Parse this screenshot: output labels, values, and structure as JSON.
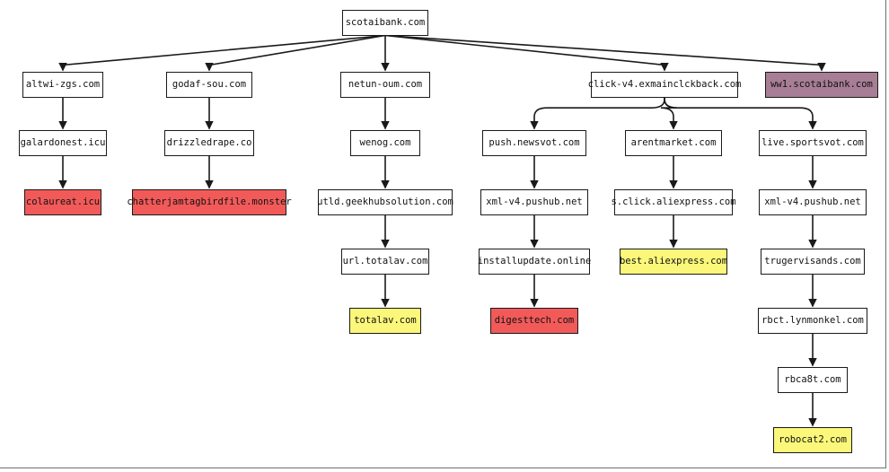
{
  "colors": {
    "default": "#ffffff",
    "red": "#f25a5a",
    "yellow": "#fbf77a",
    "purple": "#a77e95",
    "stroke": "#1a1a1a"
  },
  "nodes": [
    {
      "id": "root",
      "label": "scotaibank.com",
      "color": "default"
    },
    {
      "id": "altwi",
      "label": "altwi-zgs.com",
      "color": "default"
    },
    {
      "id": "godaf",
      "label": "godaf-sou.com",
      "color": "default"
    },
    {
      "id": "netun",
      "label": "netun-oum.com",
      "color": "default"
    },
    {
      "id": "click",
      "label": "click-v4.exmainclckback.com",
      "color": "default"
    },
    {
      "id": "ww1",
      "label": "ww1.scotaibank.com",
      "color": "purple"
    },
    {
      "id": "galar",
      "label": "galardonest.icu",
      "color": "default"
    },
    {
      "id": "drizz",
      "label": "drizzledrape.co",
      "color": "default"
    },
    {
      "id": "wenog",
      "label": "wenog.com",
      "color": "default"
    },
    {
      "id": "push",
      "label": "push.newsvot.com",
      "color": "default"
    },
    {
      "id": "arent",
      "label": "arentmarket.com",
      "color": "default"
    },
    {
      "id": "live",
      "label": "live.sportsvot.com",
      "color": "default"
    },
    {
      "id": "colau",
      "label": "colaureat.icu",
      "color": "red"
    },
    {
      "id": "chatt",
      "label": "chatterjamtagbirdfile.monster",
      "color": "red"
    },
    {
      "id": "utld",
      "label": "utld.geekhubsolution.com",
      "color": "default"
    },
    {
      "id": "xml1",
      "label": "xml-v4.pushub.net",
      "color": "default"
    },
    {
      "id": "sclick",
      "label": "s.click.aliexpress.com",
      "color": "default"
    },
    {
      "id": "xml2",
      "label": "xml-v4.pushub.net",
      "color": "default"
    },
    {
      "id": "urltot",
      "label": "url.totalav.com",
      "color": "default"
    },
    {
      "id": "install",
      "label": "installupdate.online",
      "color": "default"
    },
    {
      "id": "best",
      "label": "best.aliexpress.com",
      "color": "yellow"
    },
    {
      "id": "truger",
      "label": "trugervisands.com",
      "color": "default"
    },
    {
      "id": "totalav",
      "label": "totalav.com",
      "color": "yellow"
    },
    {
      "id": "digest",
      "label": "digesttech.com",
      "color": "red"
    },
    {
      "id": "rbct",
      "label": "rbct.lynmonkel.com",
      "color": "default"
    },
    {
      "id": "rbca8t",
      "label": "rbca8t.com",
      "color": "default"
    },
    {
      "id": "robocat",
      "label": "robocat2.com",
      "color": "yellow"
    }
  ],
  "edges": [
    [
      "root",
      "altwi"
    ],
    [
      "root",
      "godaf"
    ],
    [
      "root",
      "netun"
    ],
    [
      "root",
      "click"
    ],
    [
      "root",
      "ww1"
    ],
    [
      "altwi",
      "galar"
    ],
    [
      "galar",
      "colau"
    ],
    [
      "godaf",
      "drizz"
    ],
    [
      "drizz",
      "chatt"
    ],
    [
      "netun",
      "wenog"
    ],
    [
      "wenog",
      "utld"
    ],
    [
      "utld",
      "urltot"
    ],
    [
      "urltot",
      "totalav"
    ],
    [
      "click",
      "push"
    ],
    [
      "click",
      "arent"
    ],
    [
      "click",
      "live"
    ],
    [
      "push",
      "xml1"
    ],
    [
      "xml1",
      "install"
    ],
    [
      "install",
      "digest"
    ],
    [
      "arent",
      "sclick"
    ],
    [
      "sclick",
      "best"
    ],
    [
      "live",
      "xml2"
    ],
    [
      "xml2",
      "truger"
    ],
    [
      "truger",
      "rbct"
    ],
    [
      "rbct",
      "rbca8t"
    ],
    [
      "rbca8t",
      "robocat"
    ]
  ]
}
